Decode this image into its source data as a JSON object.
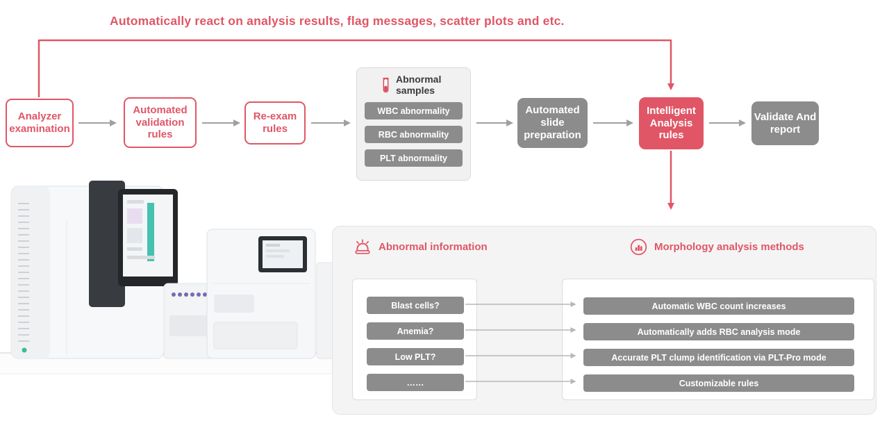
{
  "colors": {
    "accent": "#e05666",
    "box_gray": "#8c8c8c",
    "arrow_gray": "#a0a0a0",
    "arrow_light": "#b7b7b7",
    "panel_bg": "#f4f4f4",
    "dark_text": "#3b3b3b"
  },
  "banner": {
    "text": "Automatically react on analysis results, flag messages, scatter plots and etc."
  },
  "flow": {
    "steps": [
      {
        "label": "Analyzer examination"
      },
      {
        "label": "Automated validation rules"
      },
      {
        "label": "Re-exam rules"
      },
      {
        "label": "Automated slide preparation"
      },
      {
        "label": "Intelligent Analysis rules"
      },
      {
        "label": "Validate And report"
      }
    ],
    "abnormal_samples": {
      "title": "Abnormal samples",
      "items": [
        "WBC abnormality",
        "RBC abnormality",
        "PLT abnormality"
      ]
    }
  },
  "panel": {
    "abnormal_information": {
      "title": "Abnormal information",
      "items": [
        "Blast cells?",
        "Anemia?",
        "Low PLT?",
        "……"
      ]
    },
    "morphology_methods": {
      "title": "Morphology analysis methods",
      "items": [
        "Automatic WBC count increases",
        "Automatically adds RBC analysis mode",
        "Accurate PLT clump identification via PLT-Pro mode",
        "Customizable rules"
      ]
    }
  },
  "icons": {
    "test_tube": "test-tube-icon",
    "siren": "alarm-siren-icon",
    "chart": "bar-chart-icon"
  }
}
